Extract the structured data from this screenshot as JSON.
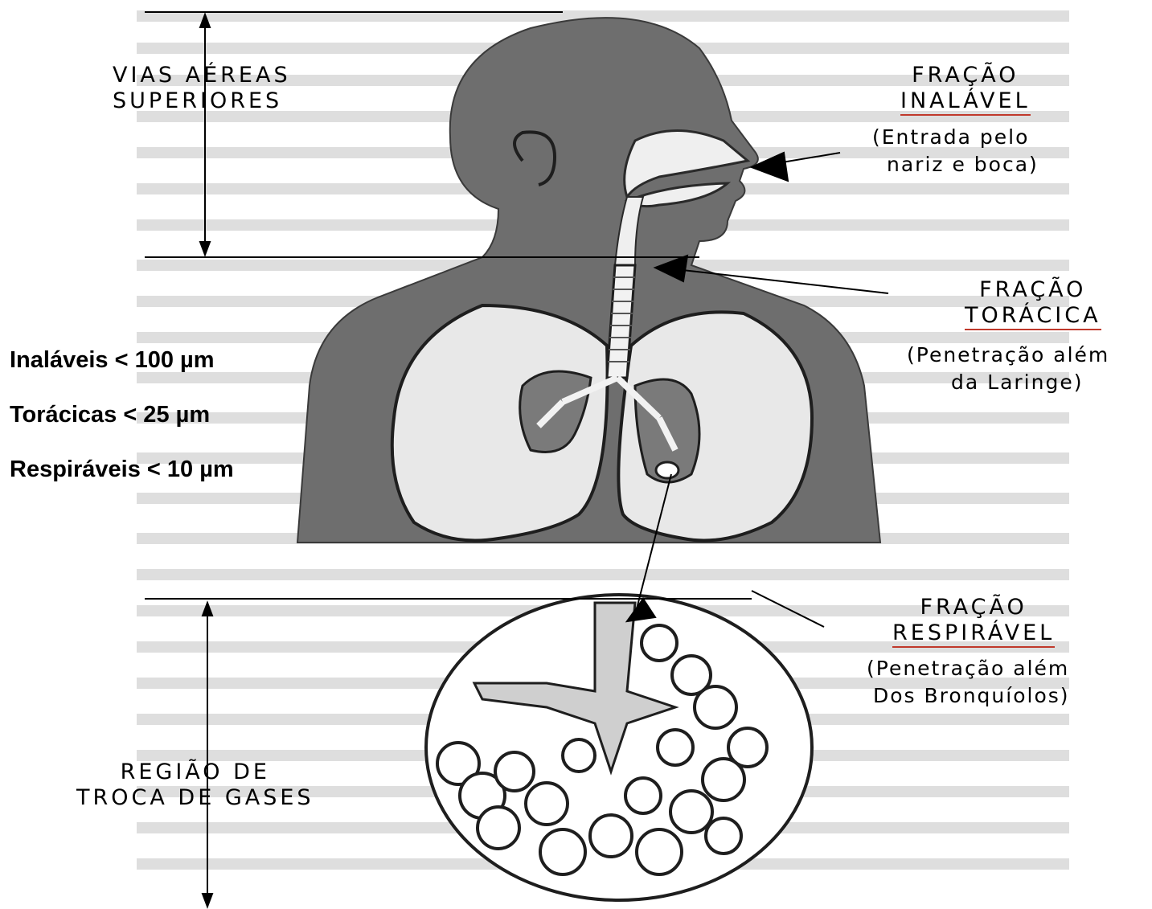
{
  "labels": {
    "upper_airways": [
      "VIAS AÉREAS",
      "SUPERIORES"
    ],
    "inhalable": {
      "title": "FRAÇÃO",
      "name": "INALÁVEL",
      "desc": [
        "(Entrada pelo",
        "nariz e boca)"
      ]
    },
    "thoracic": {
      "title": "FRAÇÃO",
      "name": "TORÁCICA",
      "desc": [
        "(Penetração além",
        "da Laringe)"
      ]
    },
    "respirable": {
      "title": "FRAÇÃO",
      "name": "RESPIRÁVEL",
      "desc": [
        "(Penetração além",
        "Dos Bronquíolos)"
      ]
    },
    "gas_exchange": [
      "REGIÃO DE",
      "TROCA DE GASES"
    ]
  },
  "particle_sizes": [
    "Inaláveis < 100 µm",
    "Torácicas < 25 µm",
    "Respiráveis < 10 µm"
  ],
  "colors": {
    "body": "#6e6e6e",
    "lung": "#e8e8e8",
    "underline": "#c0392b",
    "background_text": "#d2d2d2"
  }
}
